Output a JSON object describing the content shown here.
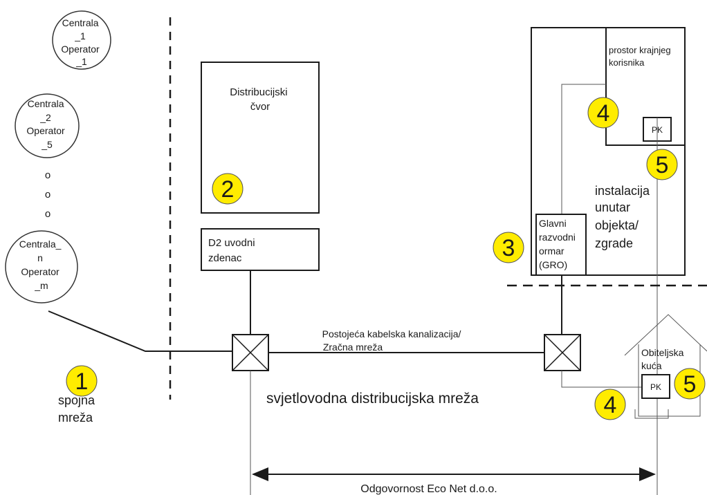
{
  "operators": [
    {
      "lines": [
        "Centrala",
        "_1",
        "Operator",
        "_1"
      ]
    },
    {
      "lines": [
        "Centrala",
        "_2",
        "Operator",
        "_5"
      ]
    },
    {
      "lines": [
        "Centrala_",
        "n",
        "Operator",
        "_m"
      ]
    }
  ],
  "ellipsis_dots": [
    "o",
    "o",
    "o"
  ],
  "node": {
    "lines": [
      "Distribucijski",
      "čvor"
    ]
  },
  "manhole": {
    "lines": [
      "D2 uvodni",
      "zdenac"
    ]
  },
  "gro": {
    "lines": [
      "Glavni",
      "razvodni",
      "ormar",
      "(GRO)"
    ]
  },
  "end_user_space": {
    "lines": [
      "prostor krajnjeg",
      "korisnika"
    ]
  },
  "building_install": {
    "lines": [
      "instalacija",
      "unutar",
      "objekta/",
      "zgrade"
    ]
  },
  "house": {
    "lines": [
      "Obiteljska",
      "kuća"
    ]
  },
  "pk_label": "PK",
  "duct": {
    "lines": [
      "Postojeća kabelska kanalizacija/",
      "Zračna mreža"
    ]
  },
  "network_label": "svjetlovodna distribucijska mreža",
  "connecting_network": {
    "lines": [
      "spojna",
      "mreža"
    ]
  },
  "responsibility": "Odgovornost Eco Net d.o.o.",
  "badges": {
    "b1": "1",
    "b2": "2",
    "b3": "3",
    "b4_building": "4",
    "b4_house": "4",
    "b5_building": "5",
    "b5_house": "5"
  }
}
